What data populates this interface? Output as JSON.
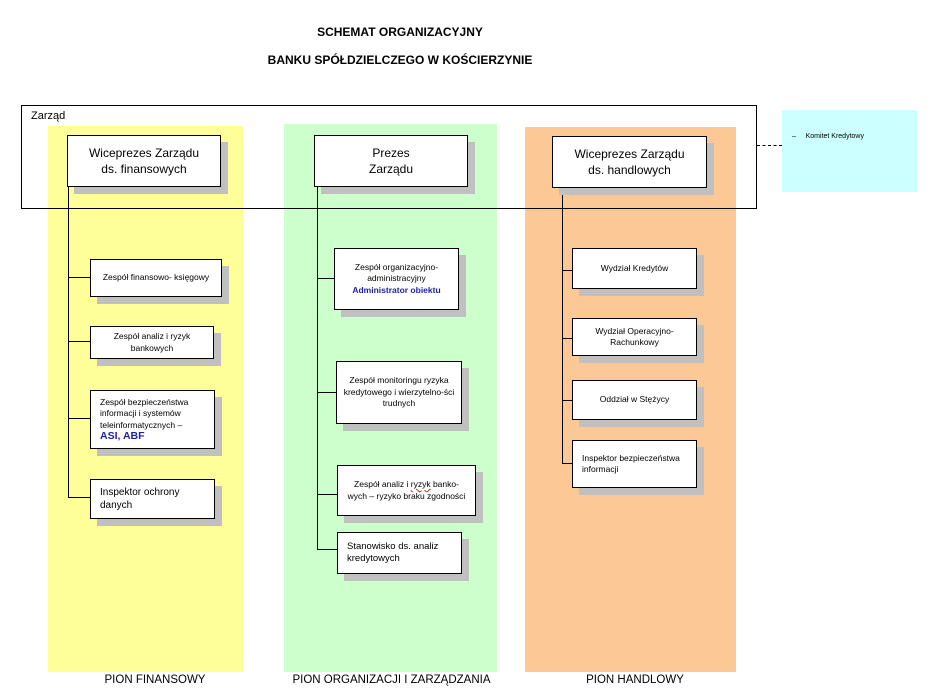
{
  "title": {
    "line1": "SCHEMAT ORGANIZACYJNY",
    "line2": "BANKU SPÓŁDZIELCZEGO W KOŚCIERZYNIE"
  },
  "board": {
    "label": "Zarząd",
    "committee": "–     Komitet Kredytowy"
  },
  "colors": {
    "financial": "#ffff99",
    "organization": "#ccffcc",
    "commercial": "#fcc895",
    "committee": "#ccffff",
    "accent_text": "#1f1fa8"
  },
  "pions": {
    "financial": {
      "label": "PION FINANSOWY",
      "head_line1": "Wiceprezes Zarządu",
      "head_line2": "ds. finansowych",
      "units": {
        "u1": "Zespół finansowo- księgowy",
        "u2": "Zespół analiz i ryzyk bankowych",
        "u3": "Zespół bezpieczeństwa informacji i systemów teleinformatycznych –",
        "u3_highlight": "ASI, ABF",
        "u4": "Inspektor ochrony danych"
      }
    },
    "organization": {
      "label": "PION ORGANIZACJI I ZARZĄDZANIA",
      "head_line1": "Prezes",
      "head_line2": "Zarządu",
      "units": {
        "u1": "Zespół organizacyjno-administracyjny",
        "u1_highlight": "Administrator obiektu",
        "u2": "Zespół monitoringu ryzyka kredytowego i wierzytelno-ści trudnych",
        "u3_part1": "Zespół analiz i ",
        "u3_squiggle": "ryzyk",
        "u3_part2": " banko-wych – ryzyko braku zgodności",
        "u4": "Stanowisko ds. analiz kredytowych"
      }
    },
    "commercial": {
      "label": "PION HANDLOWY",
      "head_line1": "Wiceprezes Zarządu",
      "head_line2": "ds. handlowych",
      "units": {
        "u1": "Wydział Kredytów",
        "u2": "Wydział Operacyjno-Rachunkowy",
        "u3": "Oddział w Stężycy",
        "u4": "Inspektor bezpieczeństwa informacji"
      }
    }
  }
}
